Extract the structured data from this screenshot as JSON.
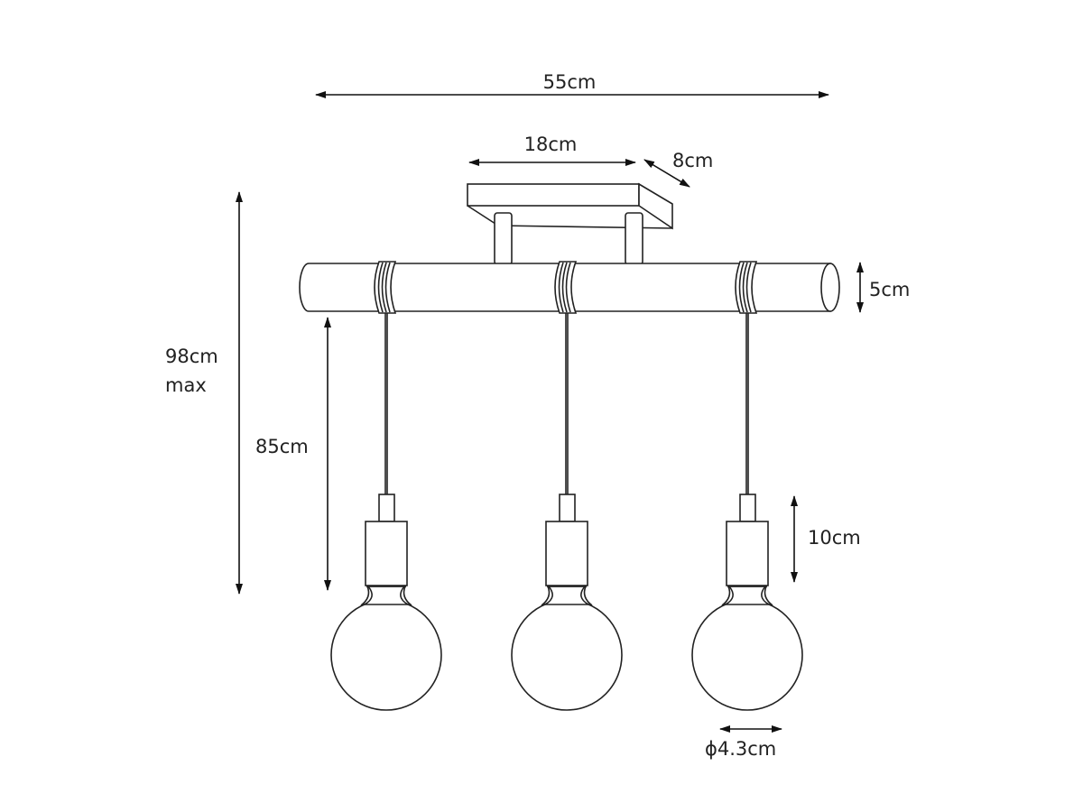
{
  "title": "Pendant lamp dimension drawing",
  "colors": {
    "line": "#222222",
    "background": "#ffffff"
  },
  "dimensions": {
    "total_width": "55cm",
    "canopy_length": "18cm",
    "canopy_depth": "8cm",
    "bar_diameter": "5cm",
    "max_height": "98cm",
    "max_height_note": "max",
    "cable_length": "85cm",
    "socket_height": "10cm",
    "socket_diameter": "ϕ4.3cm"
  }
}
